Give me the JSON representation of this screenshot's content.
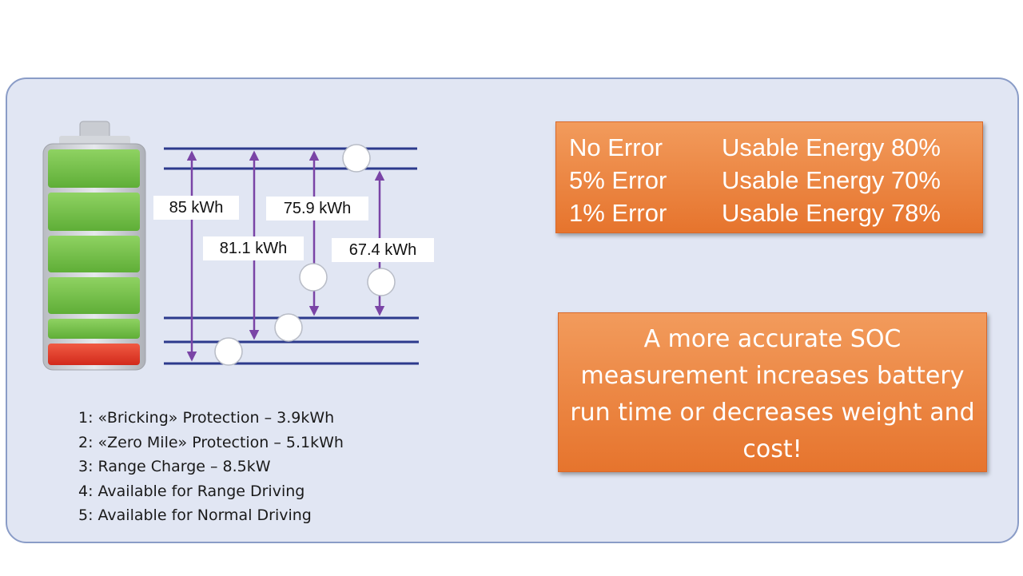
{
  "colors": {
    "panel_background": "#e1e6f3",
    "panel_border": "#8a9cc7",
    "level_line": "#2c3a8c",
    "arrow": "#7a44a6",
    "cell_green": "#6fbf44",
    "cell_red": "#e23a28",
    "callout_orange": "#ec8440"
  },
  "diagram": {
    "battery_icon": "battery-icon",
    "energy_labels": [
      "85 kWh",
      "81.1 kWh",
      "75.9 kWh",
      "67.4 kWh"
    ],
    "legend": [
      "1: «Bricking» Protection – 3.9kWh",
      "2: «Zero Mile» Protection – 5.1kWh",
      "3: Range Charge – 8.5kW",
      "4: Available for Range Driving",
      "5: Available for Normal Driving"
    ]
  },
  "errors": [
    {
      "name": "No Error",
      "energy": "Usable Energy 80%"
    },
    {
      "name": "5% Error",
      "energy": "Usable Energy 70%"
    },
    {
      "name": "1% Error",
      "energy": "Usable Energy 78%"
    }
  ],
  "message": "A more accurate SOC measurement increases  battery run time or decreases weight and cost!"
}
